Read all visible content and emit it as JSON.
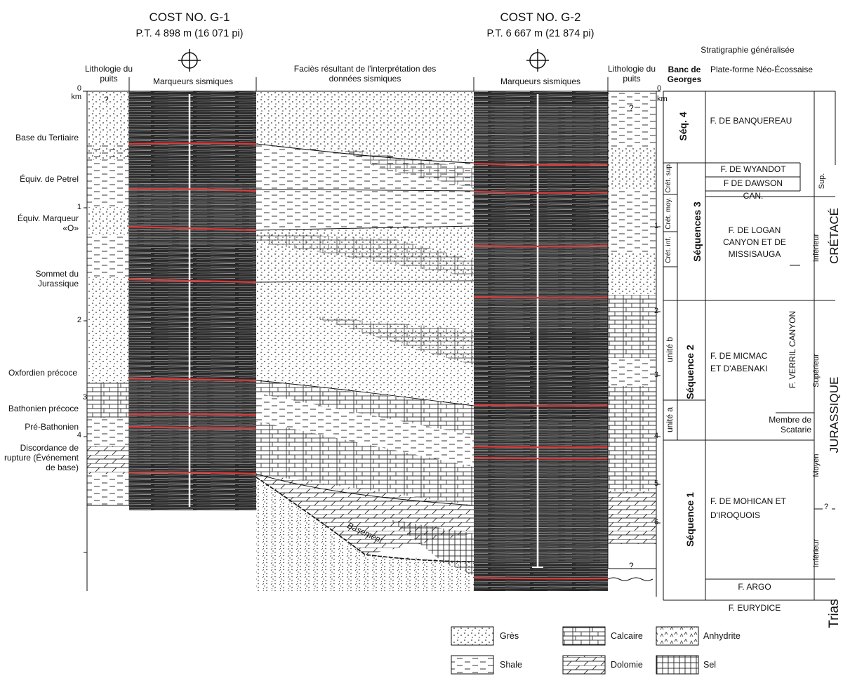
{
  "wells": {
    "g1": {
      "name": "COST NO. G-1",
      "depth": "P.T. 4 898 m (16 071 pi)"
    },
    "g2": {
      "name": "COST NO. G-2",
      "depth": "P.T. 6 667 m (21 874 pi)"
    }
  },
  "headers": {
    "lith_left": "Lithologie du puits",
    "seis_left": "Marqueurs sismiques",
    "facies": "Faciès résultant de l'interprétation des données sismiques",
    "seis_right": "Marqueurs sismiques",
    "lith_right": "Lithologie du puits",
    "strat_title": "Stratigraphie généralisée",
    "georges": "Banc de Georges",
    "platform": "Plate-forme Néo-Écossaise"
  },
  "depth_scale": {
    "left_ticks": [
      "0",
      "km",
      "1",
      "2",
      "3",
      "4"
    ],
    "right_ticks": [
      "0",
      "km",
      "1",
      "2",
      "3",
      "4",
      "5",
      "6"
    ]
  },
  "unknown_mark": "?",
  "markers": [
    "Base du Tertiaire",
    "Équiv. de Petrel",
    "Équiv. Marqueur «O»",
    "Sommet du Jurassique",
    "Oxfordien précoce",
    "Bathonien précoce",
    "Pré-Bathonien",
    "Discordance de rupture (Événement de base)"
  ],
  "basement_label": "Basement",
  "sequences": {
    "seq4": "Séq. 4",
    "seq3": "Séquences 3",
    "seq2": "Séquence 2",
    "seq1": "Séquence 1",
    "cret_sup": "Crét. sup.",
    "cret_moy": "Crét. moy.",
    "cret_inf": "Crét. inf.",
    "unite_b": "unité b",
    "unite_a": "unité a"
  },
  "formations": {
    "banquereau": "F. DE BANQUEREAU",
    "wyandot": "F. DE WYANDOT",
    "dawson": "F DE DAWSON",
    "can": "CAN.",
    "logan": "F. DE LOGAN CANYON ET DE MISSISAUGA",
    "micmac": "F. DE MICMAC ET D'ABENAKI",
    "verril": "F. VERRIL CANYON",
    "scatarie": "Membre de Scatarie",
    "mohican": "F. DE MOHICAN ET D'IROQUOIS",
    "argo": "F. ARGO",
    "eurydice": "F. EURYDICE"
  },
  "ages": {
    "sup": "Sup.",
    "inferieur_cret": "Inférieur",
    "superieur": "Supérieur",
    "moyen": "Moyen",
    "inferieur_jur": "Inférieur",
    "question": "?"
  },
  "periods": {
    "cretace": "CRÉTACÉ",
    "jurassique": "JURASSIQUE",
    "trias": "Trias"
  },
  "legend": {
    "gres": "Grès",
    "shale": "Shale",
    "calcaire": "Calcaire",
    "dolomie": "Dolomie",
    "anhydrite": "Anhydrite",
    "sel": "Sel"
  }
}
